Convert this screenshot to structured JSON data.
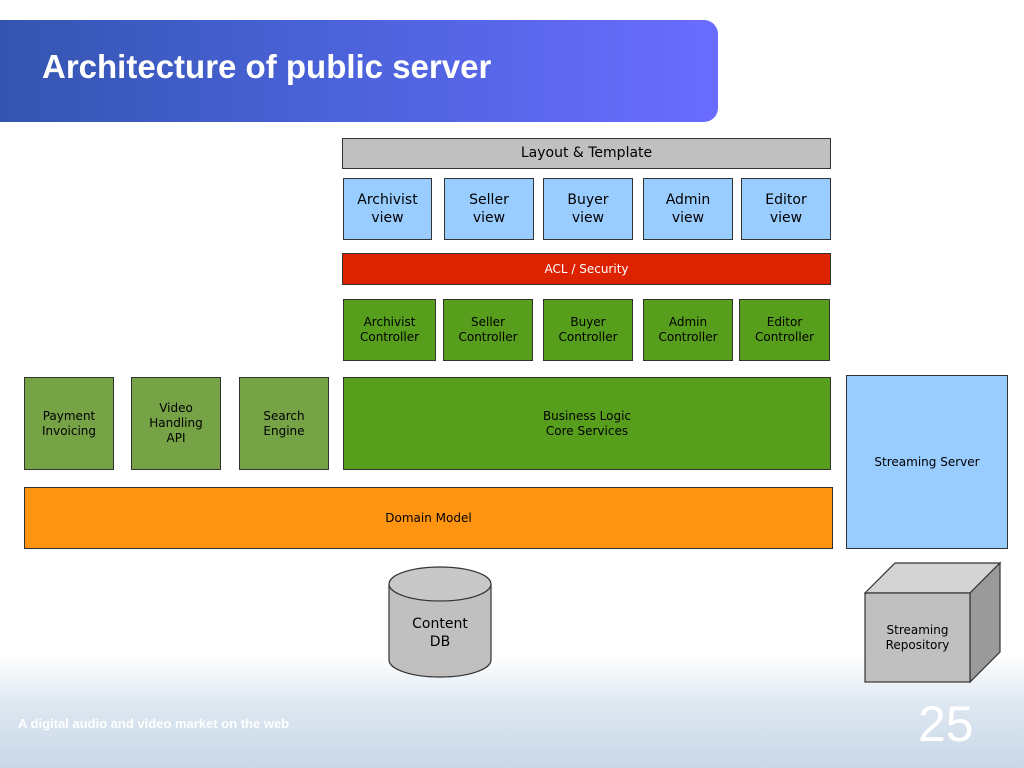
{
  "slide": {
    "title": "Architecture of public server",
    "footer": "A digital audio and video market on the web",
    "page_number": "25"
  },
  "diagram": {
    "layout_template": "Layout & Template",
    "views": [
      "Archivist\nview",
      "Seller\nview",
      "Buyer\nview",
      "Admin\nview",
      "Editor\nview"
    ],
    "acl": "ACL / Security",
    "controllers": [
      "Archivist\nController",
      "Seller\nController",
      "Buyer\nController",
      "Admin\nController",
      "Editor\nController"
    ],
    "services": {
      "payment": "Payment\nInvoicing",
      "video": "Video\nHandling\nAPI",
      "search": "Search\nEngine",
      "business": "Business Logic\nCore Services"
    },
    "domain_model": "Domain Model",
    "streaming_server": "Streaming Server",
    "content_db": "Content\nDB",
    "streaming_repository": "Streaming\nRepository"
  },
  "colors": {
    "grey": "#c0c0c0",
    "view_blue": "#99ccff",
    "acl_red": "#dd2200",
    "controller_green": "#579e1c",
    "service_green": "#77a347",
    "domain_orange": "#ff9410",
    "title_blue": "#4a62d8"
  }
}
